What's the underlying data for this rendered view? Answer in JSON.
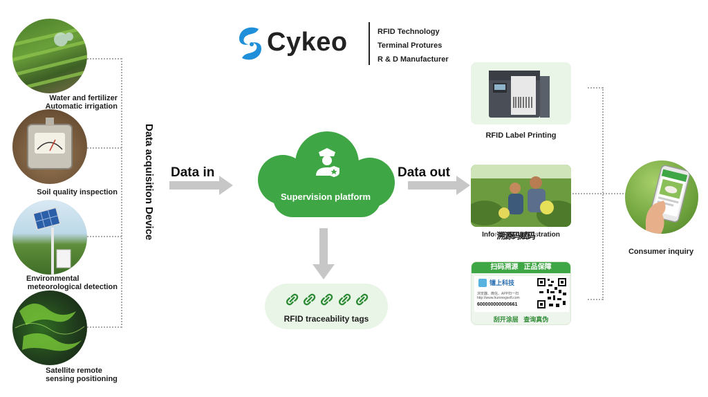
{
  "brand": {
    "name": "Cykeo",
    "tagline": [
      "RFID Technology",
      "Terminal Protures",
      "R & D Manufacturer"
    ]
  },
  "left_column": {
    "title": "Data acquisition Device",
    "items": [
      {
        "caption": [
          "Water and fertilizer",
          "Automatic irrigation"
        ]
      },
      {
        "caption": [
          "Soil quality inspection"
        ]
      },
      {
        "caption": [
          "Environmental",
          "meteorological detection"
        ]
      },
      {
        "caption": [
          "Satellite remote",
          "sensing positioning"
        ]
      }
    ]
  },
  "center": {
    "data_in": "Data in",
    "data_out": "Data out",
    "cloud_label": "Supervision platform",
    "tags_label": "RFID traceability tags"
  },
  "right_column": {
    "printing_label": "RFID Label Printing",
    "info_label": "Information registration",
    "info_overlay": "溯源码赋码",
    "label_card": {
      "header": "扫码溯源   正品保障",
      "company": "镭上科技",
      "url": "http://www.huronegsoft.com",
      "code": "600000000000661",
      "note": "浏览器、微信、APP扫一扫",
      "footer": "刮开涂层   查询真伪"
    },
    "consumer_label": "Consumer inquiry"
  },
  "colors": {
    "green": "#3ea644",
    "dark_green": "#2e8b35",
    "arrow_gray": "#c7c7c7",
    "dots": "#a9a9a9"
  }
}
